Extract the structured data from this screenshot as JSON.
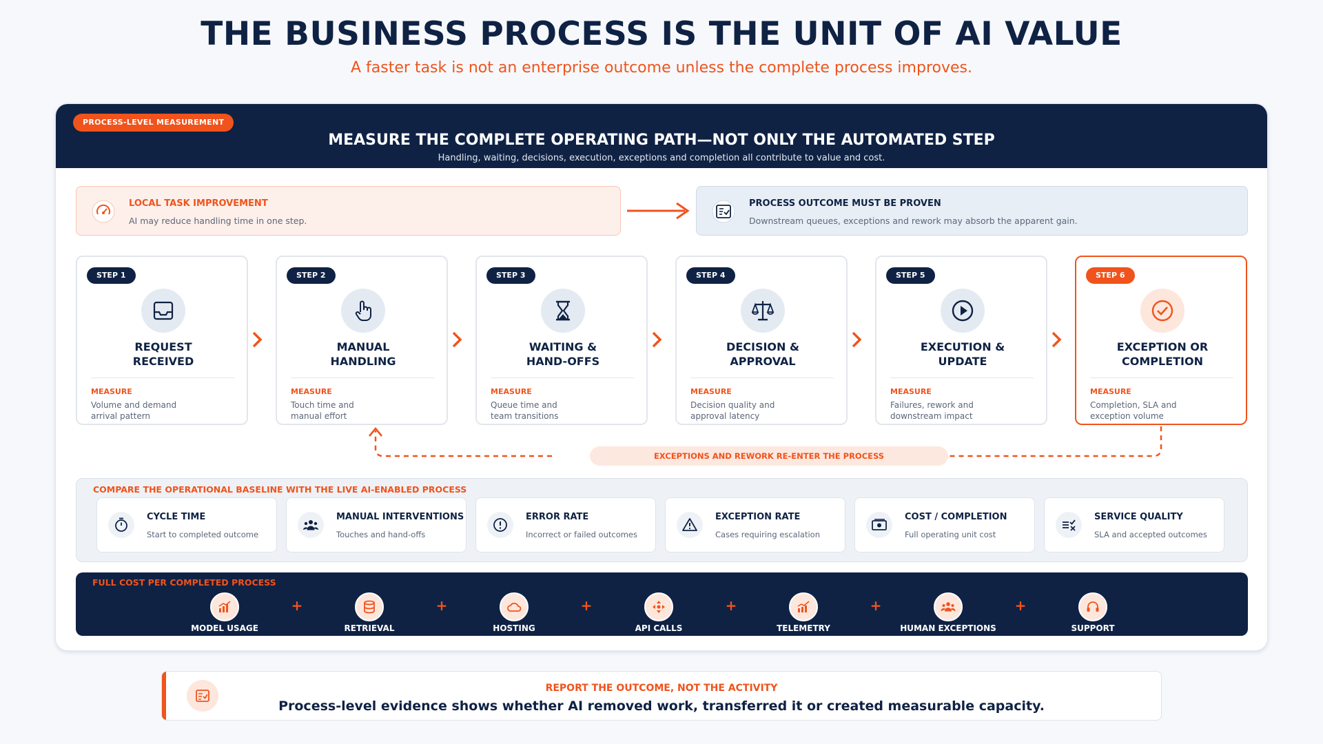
{
  "header": {
    "title": "THE BUSINESS PROCESS IS THE UNIT OF AI VALUE",
    "subtitle": "A faster task is not an enterprise outcome unless the complete process improves."
  },
  "panel": {
    "pill": "PROCESS-LEVEL MEASUREMENT",
    "title": "MEASURE THE COMPLETE OPERATING PATH—NOT ONLY THE AUTOMATED STEP",
    "subtitle": "Handling, waiting, decisions, execution, exceptions and completion all contribute to value and cost."
  },
  "banners": {
    "left": {
      "title": "LOCAL TASK IMPROVEMENT",
      "text": "AI may reduce handling time in one step.",
      "icon": "speedometer-icon"
    },
    "right": {
      "title": "PROCESS OUTCOME MUST BE PROVEN",
      "text": "Downstream queues, exceptions and rework may absorb the apparent gain.",
      "icon": "checklist-icon"
    }
  },
  "steps": [
    {
      "badge": "STEP 1",
      "title": "REQUEST\nRECEIVED",
      "measure_label": "MEASURE",
      "measure": "Volume and demand\narrival pattern",
      "icon": "inbox-icon"
    },
    {
      "badge": "STEP 2",
      "title": "MANUAL\nHANDLING",
      "measure_label": "MEASURE",
      "measure": "Touch time and\nmanual effort",
      "icon": "hand-pointer-icon"
    },
    {
      "badge": "STEP 3",
      "title": "WAITING &\nHAND-OFFS",
      "measure_label": "MEASURE",
      "measure": "Queue time and\nteam transitions",
      "icon": "hourglass-icon"
    },
    {
      "badge": "STEP 4",
      "title": "DECISION &\nAPPROVAL",
      "measure_label": "MEASURE",
      "measure": "Decision quality and\napproval latency",
      "icon": "scales-icon"
    },
    {
      "badge": "STEP 5",
      "title": "EXECUTION &\nUPDATE",
      "measure_label": "MEASURE",
      "measure": "Failures, rework and\ndownstream impact",
      "icon": "play-icon"
    },
    {
      "badge": "STEP 6",
      "title": "EXCEPTION OR\nCOMPLETION",
      "measure_label": "MEASURE",
      "measure": "Completion, SLA and\nexception volume",
      "icon": "check-circle-icon"
    }
  ],
  "loop_label": "EXCEPTIONS AND REWORK RE-ENTER THE PROCESS",
  "compare": {
    "title": "COMPARE THE OPERATIONAL BASELINE WITH THE LIVE AI-ENABLED PROCESS",
    "metrics": [
      {
        "title": "CYCLE TIME",
        "sub": "Start to completed outcome",
        "icon": "stopwatch-icon"
      },
      {
        "title": "MANUAL INTERVENTIONS",
        "sub": "Touches and hand-offs",
        "icon": "people-icon"
      },
      {
        "title": "ERROR RATE",
        "sub": "Incorrect or failed outcomes",
        "icon": "alert-circle-icon"
      },
      {
        "title": "EXCEPTION RATE",
        "sub": "Cases requiring escalation",
        "icon": "warning-triangle-icon"
      },
      {
        "title": "COST / COMPLETION",
        "sub": "Full operating unit cost",
        "icon": "money-icon"
      },
      {
        "title": "SERVICE QUALITY",
        "sub": "SLA and accepted outcomes",
        "icon": "quality-list-icon"
      }
    ]
  },
  "cost": {
    "title": "FULL COST PER COMPLETED PROCESS",
    "plus": "+",
    "items": [
      {
        "label": "MODEL USAGE",
        "icon": "bar-chart-icon"
      },
      {
        "label": "RETRIEVAL",
        "icon": "database-icon"
      },
      {
        "label": "HOSTING",
        "icon": "cloud-icon"
      },
      {
        "label": "API CALLS",
        "icon": "api-arrows-icon"
      },
      {
        "label": "TELEMETRY",
        "icon": "telemetry-chart-icon"
      },
      {
        "label": "HUMAN EXCEPTIONS",
        "icon": "people-icon"
      },
      {
        "label": "SUPPORT",
        "icon": "headset-icon"
      }
    ]
  },
  "footer": {
    "label": "REPORT THE OUTCOME, NOT THE ACTIVITY",
    "text": "Process-level evidence shows whether AI removed work, transferred it or created measurable capacity.",
    "icon": "report-icon"
  },
  "colors": {
    "navy": "#0f2244",
    "accent": "#f0531c",
    "muted": "#5a6679",
    "light_accent": "#fde6dc"
  }
}
